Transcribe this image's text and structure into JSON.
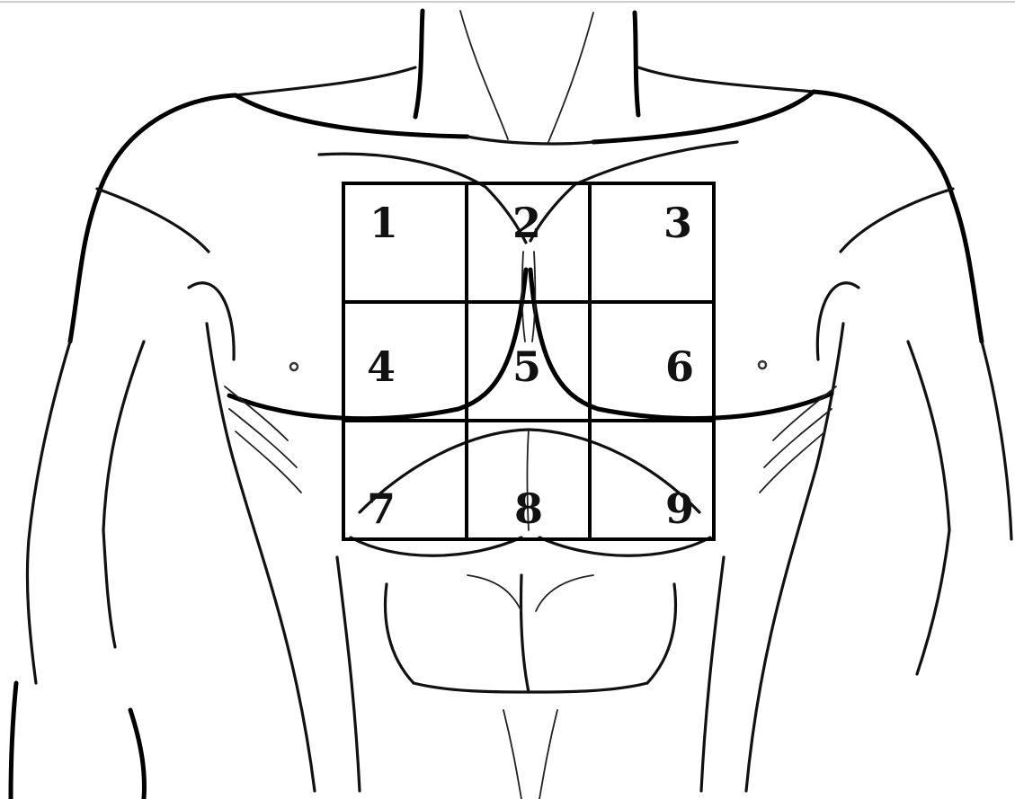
{
  "grid": {
    "rows": 3,
    "cols": 3,
    "cells": [
      {
        "label": "1"
      },
      {
        "label": "2"
      },
      {
        "label": "3"
      },
      {
        "label": "4"
      },
      {
        "label": "5"
      },
      {
        "label": "6"
      },
      {
        "label": "7"
      },
      {
        "label": "8"
      },
      {
        "label": "9"
      }
    ]
  }
}
